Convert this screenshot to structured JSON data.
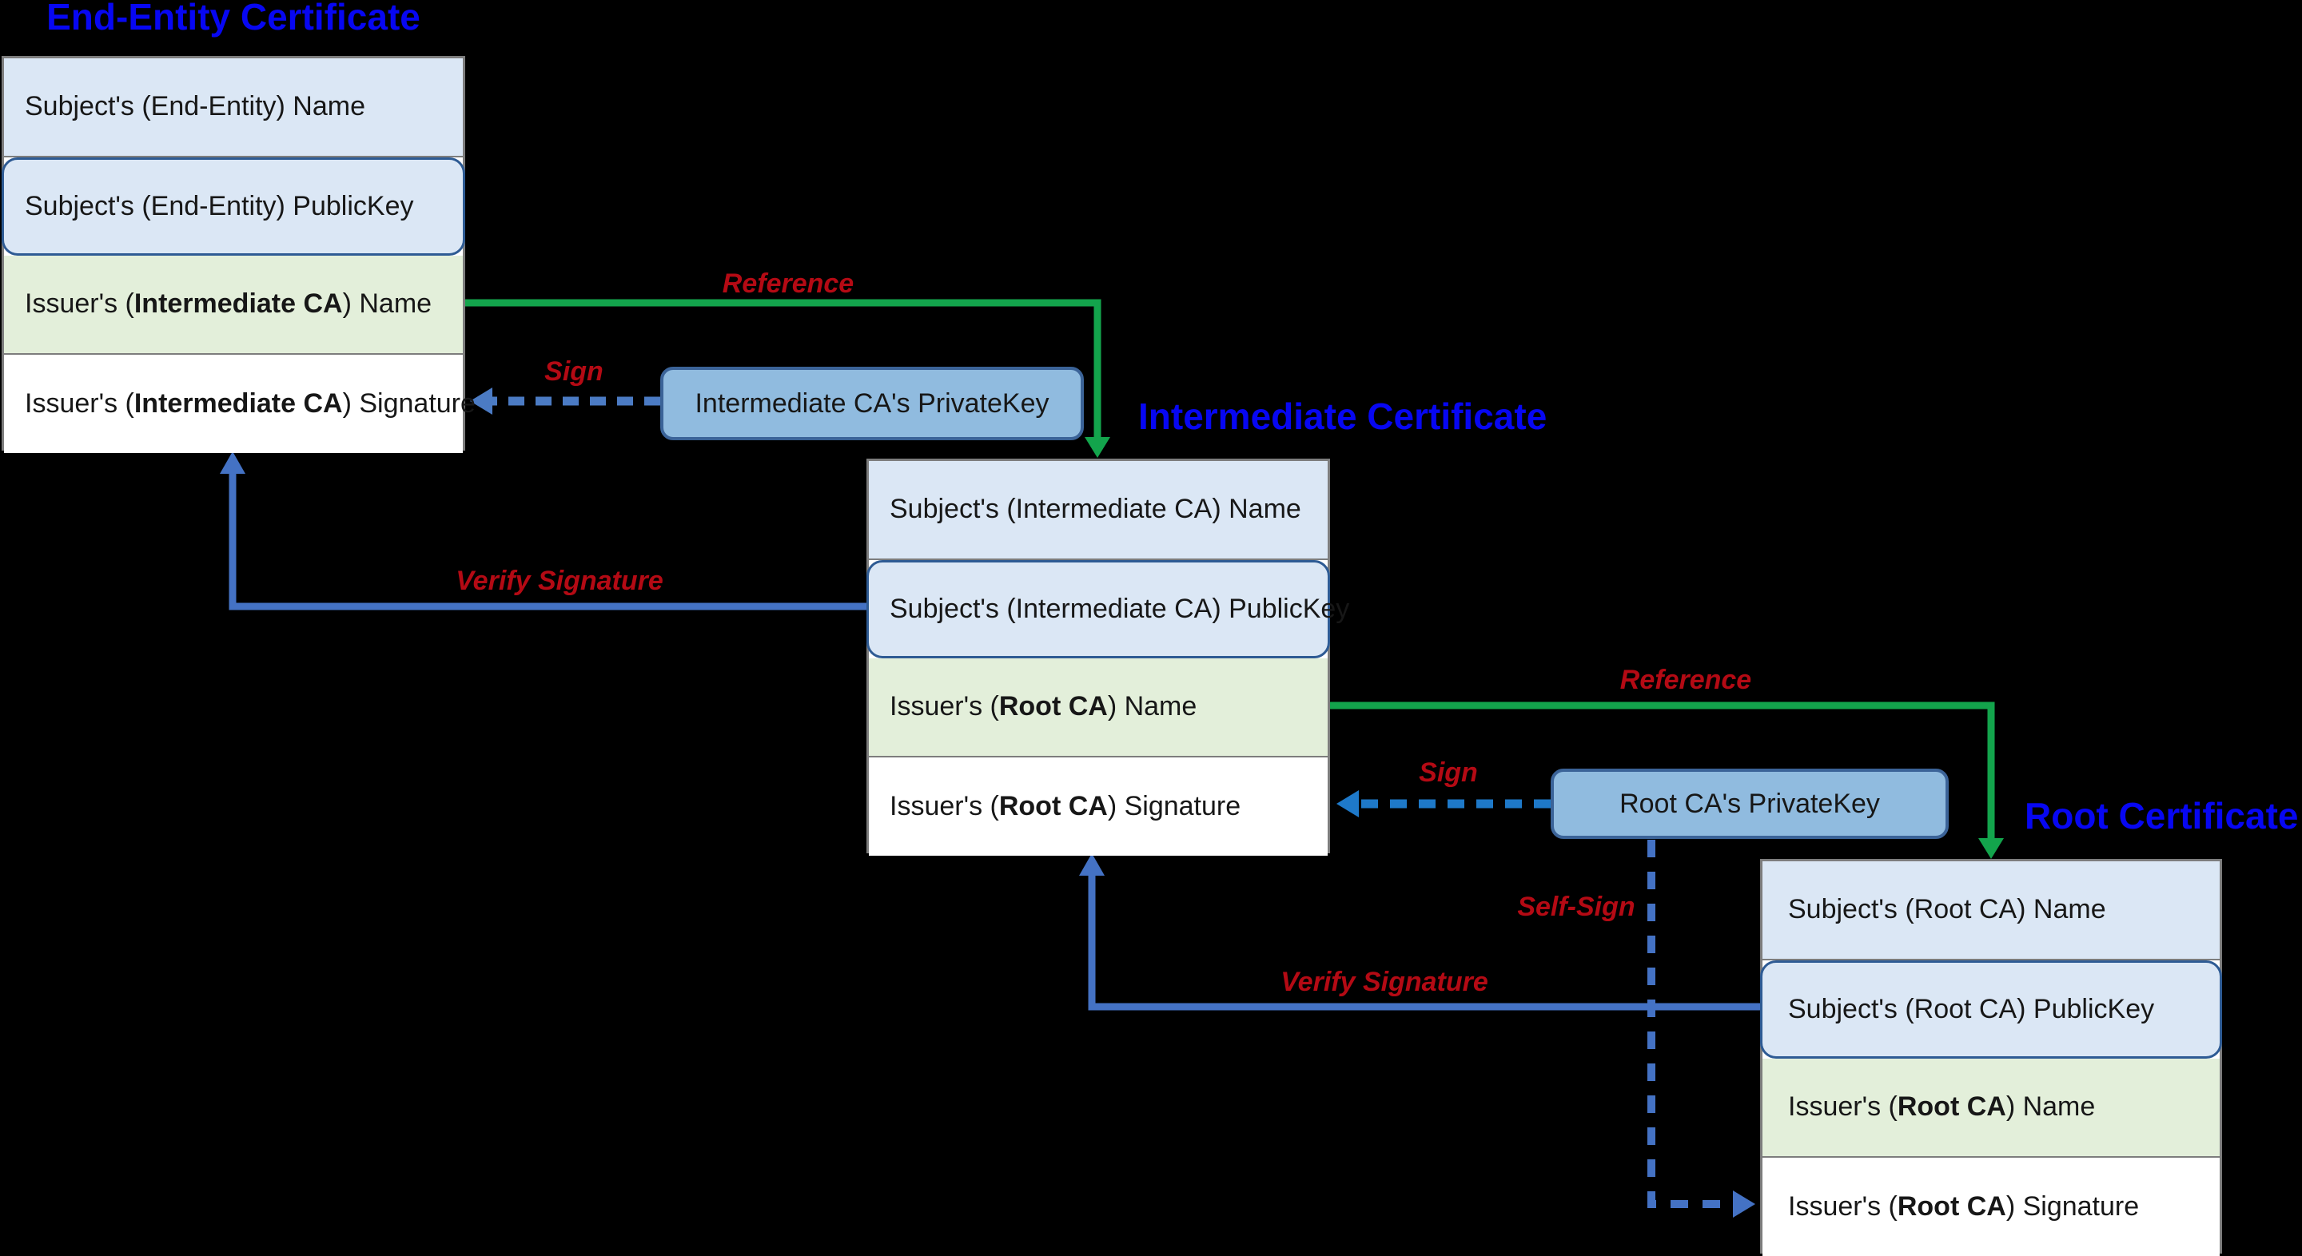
{
  "diagram": {
    "subject": "X.509 certificate chain of trust",
    "background_color": "#000000"
  },
  "colors": {
    "title_blue": "#0707f2",
    "label_red": "#b40a14",
    "reference_green": "#13a44c",
    "verify_blue": "#4472c4",
    "sign_blue_dark": "#4472c4",
    "sign_blue_bright": "#1e79c9",
    "row_light_blue": "#dbe7f5",
    "row_light_green": "#e3efda",
    "row_white": "#ffffff",
    "publickey_border": "#2e5b94",
    "box_border": "#7d7d7d",
    "privatekey_fill": "#90bbdf",
    "privatekey_border": "#3b6398"
  },
  "certificates": [
    {
      "title": "End-Entity Certificate",
      "rows": [
        {
          "pre": "Subject's (End-Entity) Name",
          "bold": "",
          "post": ""
        },
        {
          "pre": "Subject's (End-Entity) PublicKey",
          "bold": "",
          "post": ""
        },
        {
          "pre": "Issuer's (",
          "bold": "Intermediate CA",
          "post": ") Name"
        },
        {
          "pre": "Issuer's (",
          "bold": "Intermediate CA",
          "post": ") Signature"
        }
      ]
    },
    {
      "title": "Intermediate Certificate",
      "rows": [
        {
          "pre": "Subject's (Intermediate CA) Name",
          "bold": "",
          "post": ""
        },
        {
          "pre": "Subject's (Intermediate CA) PublicKey",
          "bold": "",
          "post": ""
        },
        {
          "pre": "Issuer's (",
          "bold": "Root CA",
          "post": ") Name"
        },
        {
          "pre": "Issuer's (",
          "bold": "Root CA",
          "post": ") Signature"
        }
      ]
    },
    {
      "title": "Root Certificate",
      "rows": [
        {
          "pre": "Subject's (Root CA) Name",
          "bold": "",
          "post": ""
        },
        {
          "pre": "Subject's (Root CA) PublicKey",
          "bold": "",
          "post": ""
        },
        {
          "pre": "Issuer's (",
          "bold": "Root CA",
          "post": ") Name"
        },
        {
          "pre": "Issuer's (",
          "bold": "Root CA",
          "post": ") Signature"
        }
      ]
    }
  ],
  "private_keys": [
    {
      "label": "Intermediate CA's PrivateKey"
    },
    {
      "label": "Root CA's PrivateKey"
    }
  ],
  "arrow_labels": {
    "reference_1": "Reference",
    "reference_2": "Reference",
    "sign_1": "Sign",
    "sign_2": "Sign",
    "verify_1": "Verify Signature",
    "verify_2": "Verify Signature",
    "self_sign": "Self-Sign"
  }
}
